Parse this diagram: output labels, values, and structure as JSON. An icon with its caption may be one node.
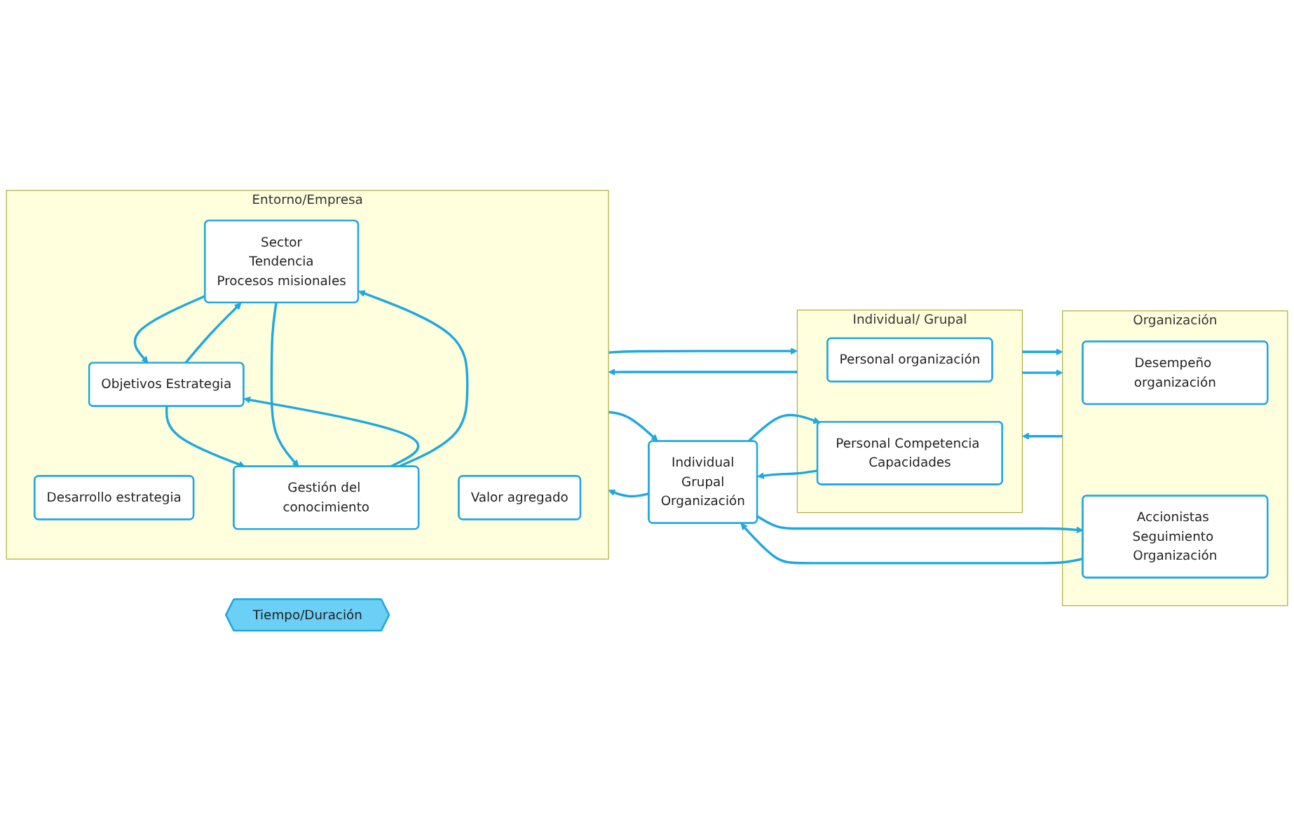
{
  "diagram": {
    "nodes": [
      {
        "text": [
          "Entorno/Empresa"
        ]
      },
      {
        "text": [
          "Desarrollo estrategia"
        ],
        "in": 0
      },
      {
        "text": [
          "Valor agregado"
        ],
        "in": 0
      },
      {
        "text": [
          "Sector",
          "Tendencia",
          "Procesos misionales"
        ],
        "in": 0
      },
      {
        "text": [
          "Objetivos Estrategia"
        ],
        "in": 0
      },
      {
        "text": [
          "Gestión del conocimiento"
        ],
        "in": 0
      },
      {
        "text": [
          "Individual/ Grupal"
        ]
      },
      {
        "text": [
          "Personal organización"
        ],
        "in": 6
      },
      {
        "text": [
          "Personal Competencia Capacidades"
        ],
        "in": 6
      },
      {
        "text": [
          "Organización"
        ]
      },
      {
        "text": [
          "Desempeño organización"
        ],
        "in": 9
      },
      {
        "text": [
          "Accionistas Seguimiento Organización"
        ],
        "in": 9
      },
      {
        "text": [
          "Individual",
          "Grupal",
          "Organización"
        ]
      },
      {
        "text": [
          "Tiempo/Duración"
        ]
      }
    ],
    "edges": [
      {
        "from": 3,
        "to": 4,
        "arrow": "to"
      },
      {
        "from": 4,
        "to": 3,
        "arrow": "to"
      },
      {
        "from": 5,
        "to": 4,
        "arrow": "to"
      },
      {
        "from": 4,
        "to": 5,
        "arrow": "to"
      },
      {
        "from": 3,
        "to": 5,
        "arrow": "to"
      },
      {
        "from": 5,
        "to": 3,
        "arrow": "to"
      },
      {
        "from": 0,
        "to": 6,
        "arrow": "to"
      },
      {
        "from": 6,
        "to": 0,
        "arrow": "to"
      },
      {
        "from": 0,
        "to": 12,
        "arrow": "to"
      },
      {
        "from": 12,
        "to": 0,
        "arrow": "to"
      },
      {
        "from": 8,
        "to": 12,
        "arrow": "to"
      },
      {
        "from": 12,
        "to": 8,
        "arrow": "to"
      },
      {
        "from": 6,
        "to": 9,
        "arrow": "to"
      },
      {
        "from": 9,
        "to": 6,
        "arrow": "to"
      },
      {
        "from": 6,
        "to": 9,
        "arrow": "to"
      },
      {
        "from": 11,
        "to": 12,
        "arrow": "to"
      },
      {
        "from": 12,
        "to": 11,
        "arrow": "to"
      }
    ]
  }
}
